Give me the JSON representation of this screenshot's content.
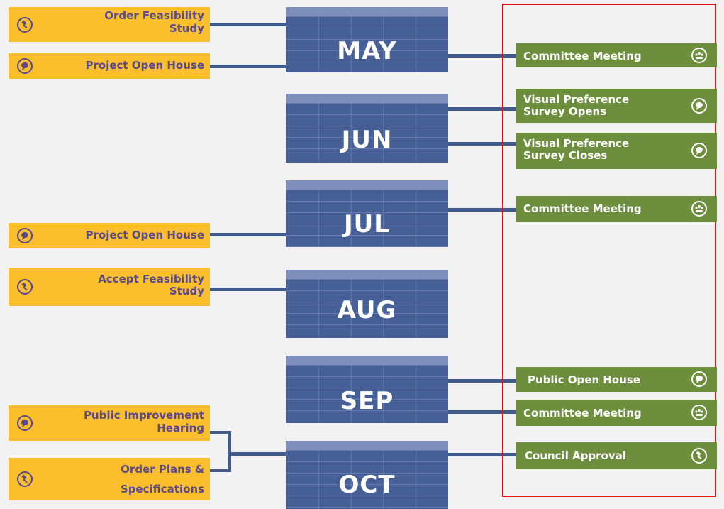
{
  "months": [
    "MAY",
    "JUN",
    "JUL",
    "AUG",
    "SEP",
    "OCT"
  ],
  "left_items": [
    {
      "line1": "Order Feasibility",
      "line2": "Study",
      "icon": "gavel-icon"
    },
    {
      "line1": "Project Open House",
      "line2": "",
      "icon": "chat-bubble-icon"
    },
    {
      "line1": "Project Open House",
      "line2": "",
      "icon": "chat-bubble-icon"
    },
    {
      "line1": "Accept Feasibility",
      "line2": "Study",
      "icon": "gavel-icon"
    },
    {
      "line1": "Public Improvement",
      "line2": "Hearing",
      "icon": "chat-bubble-icon"
    },
    {
      "line1": "Order Plans &",
      "line2": "Specifications",
      "icon": "gavel-icon"
    }
  ],
  "right_items": [
    {
      "line1": "Committee Meeting",
      "line2": "",
      "icon": "group-icon"
    },
    {
      "line1": "Visual Preference",
      "line2": "Survey Opens",
      "icon": "chat-bubble-icon"
    },
    {
      "line1": "Visual Preference",
      "line2": "Survey Closes",
      "icon": "chat-bubble-icon"
    },
    {
      "line1": "Committee Meeting",
      "line2": "",
      "icon": "group-icon"
    },
    {
      "line1": "Public Open House",
      "line2": "",
      "icon": "chat-bubble-icon"
    },
    {
      "line1": "Committee Meeting",
      "line2": "",
      "icon": "group-icon"
    },
    {
      "line1": "Council Approval",
      "line2": "",
      "icon": "gavel-icon"
    }
  ],
  "colors": {
    "left_box": "#fbbf2d",
    "left_text": "#5a4a8a",
    "right_box": "#6d8e3d",
    "month_block": "#465f97",
    "connector": "#3f5a8c",
    "highlight_frame": "#e01010"
  }
}
